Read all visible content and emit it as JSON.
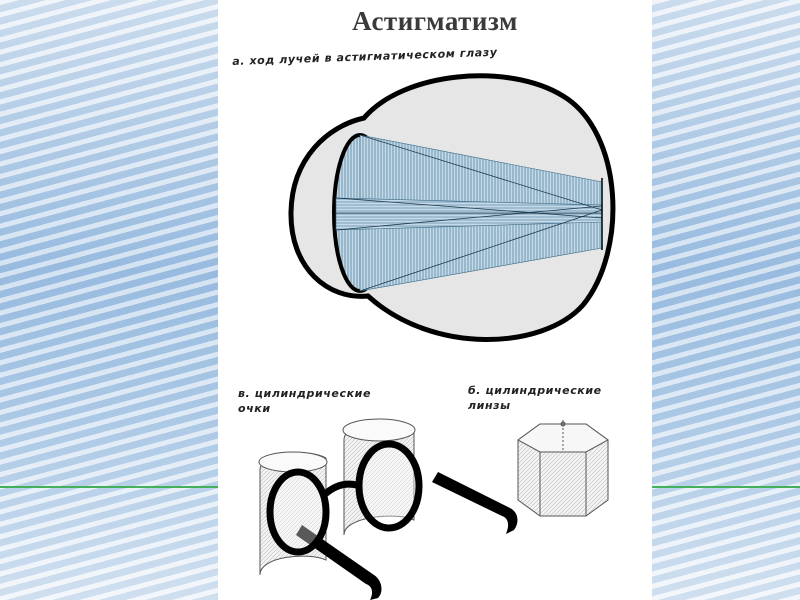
{
  "slide": {
    "title": "Астигматизм",
    "captions": {
      "eye_rays": "а. ход лучей в астигматическом глазу",
      "glasses": "в. цилиндрические\nочки",
      "lenses": "б. цилиндрические\nлинзы"
    }
  },
  "colors": {
    "background_accent": "#9fc0e2",
    "divider_line": "#45b05a",
    "ray_fill": "#a8c8dc",
    "eye_fill": "#e6e6e6",
    "outline": "#000000"
  }
}
